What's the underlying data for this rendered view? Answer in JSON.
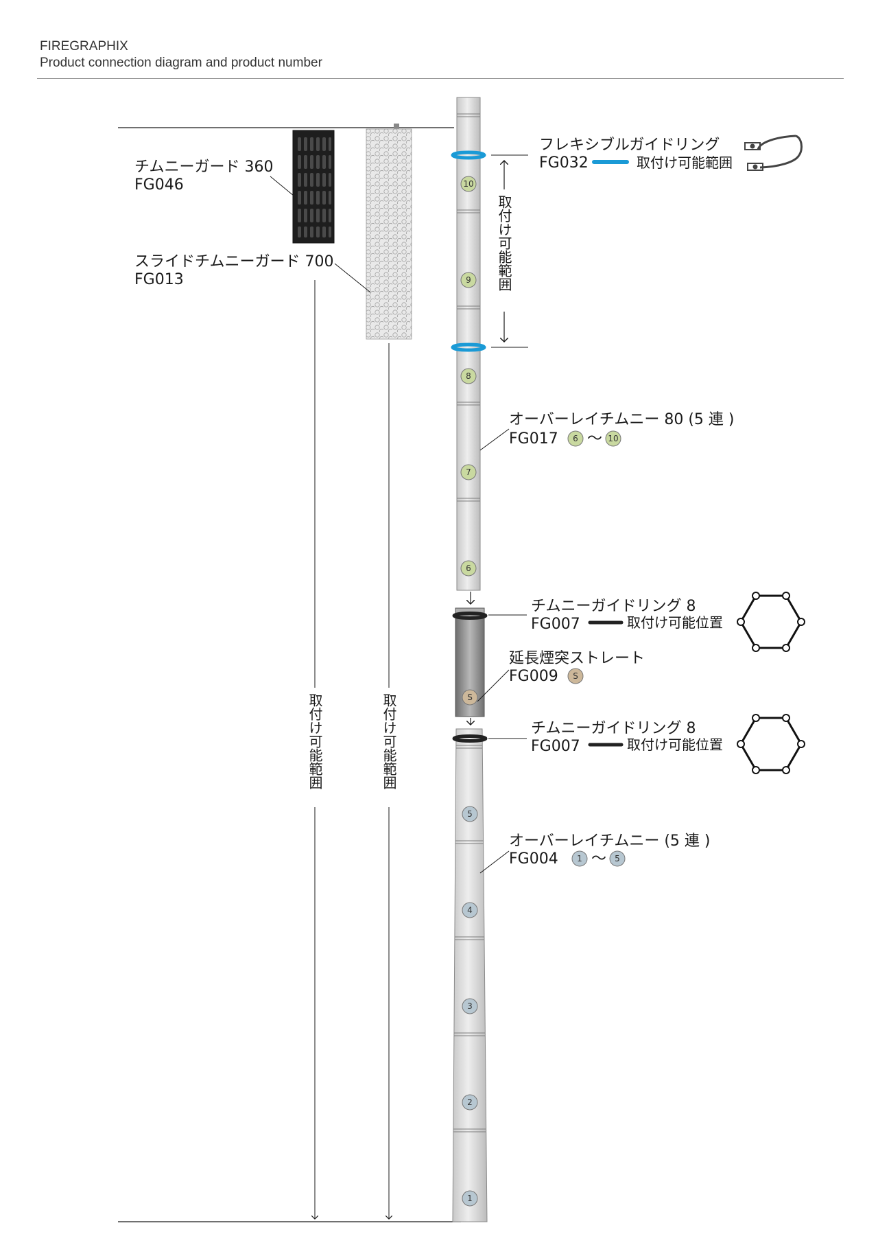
{
  "header": {
    "brand": "FIREGRAPHIX",
    "subtitle": "Product connection diagram and product number"
  },
  "labels": {
    "guard360_name": "チムニーガード 360",
    "guard360_code": "FG046",
    "slide_name": "スライドチムニーガード 700",
    "slide_code": "FG013",
    "flex_name": "フレキシブルガイドリング",
    "flex_code": "FG032",
    "flex_range": "取付け可能範囲",
    "flex_vertical_range": "取付け可能範囲",
    "overlay80_name": "オーバーレイチムニー 80 (5 連 )",
    "overlay80_code": "FG017",
    "overlay80_tilde": "〜",
    "ring_top_name": "チムニーガイドリング 8",
    "ring_top_code": "FG007",
    "ring_top_pos": "取付け可能位置",
    "ext_name": "延長煙突ストレート",
    "ext_code": "FG009",
    "ring_bot_name": "チムニーガイドリング 8",
    "ring_bot_code": "FG007",
    "ring_bot_pos": "取付け可能位置",
    "overlay_name": "オーバーレイチムニー (5 連 )",
    "overlay_code": "FG004",
    "overlay_tilde": "〜",
    "range_left": "取付け可能範囲",
    "range_mid": "取付け可能範囲"
  },
  "segments_upper": [
    "10",
    "9",
    "8",
    "7",
    "6"
  ],
  "segments_lower": [
    "5",
    "4",
    "3",
    "2",
    "1"
  ],
  "ext_badge": "S",
  "overlay80_from": "6",
  "overlay80_to": "10",
  "overlay_from": "1",
  "overlay_to": "5",
  "colors": {
    "upper_badge": "#c9d9a0",
    "lower_badge": "#b7c7d1",
    "s_badge": "#cdb89a",
    "flex_ring": "#1a9ad6",
    "guide_ring": "#222222",
    "pipe": "#d7d7d7",
    "guard_dark": "#1e1e1e",
    "rule": "#8c8c8c"
  }
}
